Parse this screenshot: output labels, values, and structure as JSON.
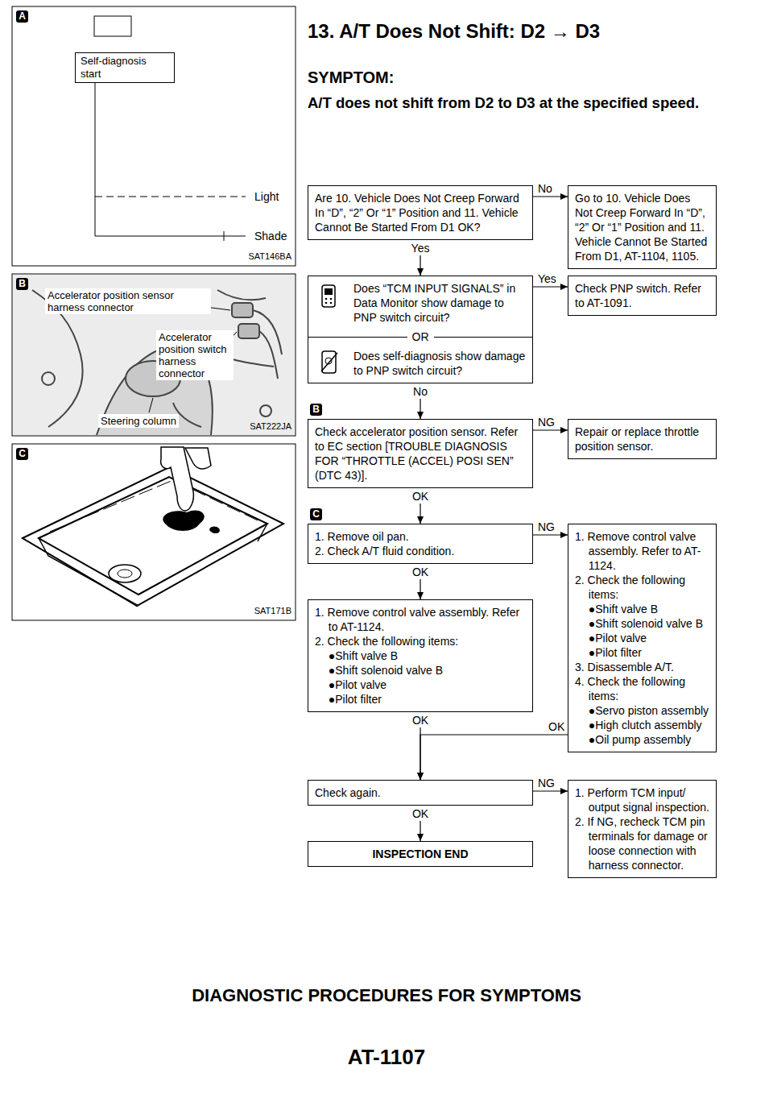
{
  "diagram": {
    "title": "13. A/T Does Not Shift: D2 → D3",
    "nodes": [
      {
        "text": [
          "Are 10. Vehicle Does Not Creep Forward In “D”, “2” Or “1” Position and 11. Vehicle Cannot Be Started From D1 OK?"
        ]
      },
      {
        "text": [
          "Go to 10. Vehicle Does Not Creep Forward In “D”, “2” Or “1” Position and 11. Vehicle Cannot Be Started From D1, AT-1104, 1105."
        ]
      },
      {
        "text": [
          "Does “TCM INPUT SIGNALS” in Data Monitor show damage to PNP switch circuit?",
          "OR",
          "Does self-diagnosis show damage to PNP switch circuit?"
        ]
      },
      {
        "text": [
          "Check PNP switch. Refer to AT-1091."
        ]
      },
      {
        "text": [
          "Check accelerator position sensor. Refer to EC section [TROUBLE DIAGNOSIS FOR “THROTTLE (ACCEL) POSI SEN” (DTC 43)]."
        ]
      },
      {
        "text": [
          "Repair or replace throttle position sensor."
        ]
      },
      {
        "text": [
          "1. Remove oil pan.",
          "2. Check A/T fluid condition."
        ]
      },
      {
        "text": [
          "1. Remove control valve assembly. Refer to AT-1124.",
          "2. Check the following items:",
          "●Shift valve B",
          "●Shift solenoid valve B",
          "●Pilot valve",
          "●Pilot filter",
          "3. Disassemble A/T.",
          "4. Check the following items:",
          "●Servo piston assembly",
          "●High clutch assembly",
          "●Oil pump assembly"
        ]
      },
      {
        "text": [
          "1. Remove control valve assembly. Refer to AT-1124.",
          "2. Check the following items:",
          "●Shift valve B",
          "●Shift solenoid valve B",
          "●Pilot valve",
          "●Pilot filter"
        ]
      },
      {
        "text": [
          "Check again."
        ]
      },
      {
        "text": [
          "1. Perform TCM input/ output signal inspection.",
          "2. If NG, recheck TCM pin terminals for damage or loose connection with harness connector."
        ]
      },
      {
        "text": [
          "INSPECTION END"
        ]
      },
      {
        "text": [
          "Self-diagnosis start"
        ]
      }
    ],
    "edges": [
      {
        "from": 0,
        "to": 1,
        "label": "No",
        "arrow": "to"
      },
      {
        "from": 0,
        "to": 2,
        "label": "Yes",
        "arrow": "to"
      },
      {
        "from": 2,
        "to": 3,
        "label": "Yes",
        "arrow": "to"
      },
      {
        "from": 2,
        "to": 4,
        "label": "No",
        "arrow": "to"
      },
      {
        "from": 4,
        "to": 5,
        "label": "NG",
        "arrow": "to"
      },
      {
        "from": 4,
        "to": 6,
        "label": "OK",
        "arrow": "to"
      },
      {
        "from": 6,
        "to": 7,
        "label": "NG",
        "arrow": "to"
      },
      {
        "from": 6,
        "to": 8,
        "label": "OK",
        "arrow": "to"
      },
      {
        "from": 8,
        "to": 9,
        "label": "OK",
        "arrow": "to"
      },
      {
        "from": 7,
        "to": 9,
        "label": "OK",
        "arrow": "to"
      },
      {
        "from": 9,
        "to": 10,
        "label": "NG",
        "arrow": "to"
      },
      {
        "from": 9,
        "to": 11,
        "label": "OK",
        "arrow": "to"
      }
    ],
    "labels": [
      "SYMPTOM:",
      "A/T does not shift from D2 to D3 at the specified speed.",
      "A",
      "Light",
      "Shade",
      "SAT146BA",
      "B",
      "Accelerator position sensor harness connector",
      "Accelerator position switch harness connector",
      "Steering column",
      "SAT222JA",
      "C",
      "SAT171B",
      "A",
      "B",
      "C",
      "DIAGNOSTIC PROCEDURES FOR SYMPTOMS",
      "AT-1107"
    ]
  }
}
